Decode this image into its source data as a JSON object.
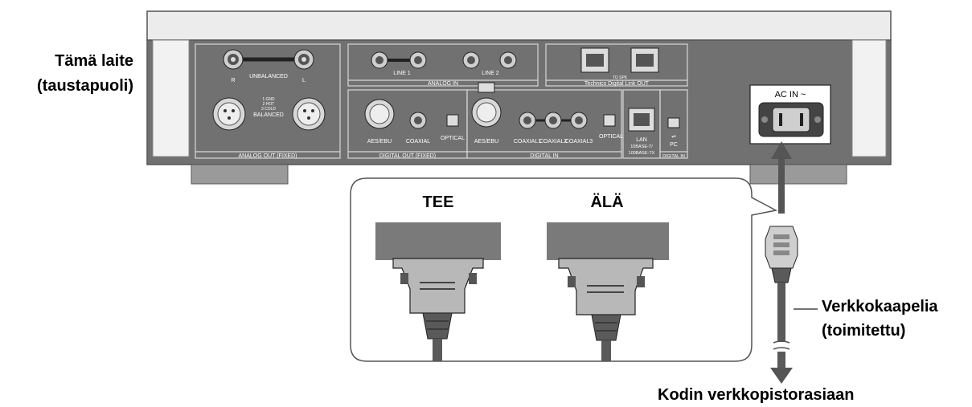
{
  "device_label": {
    "line1": "Tämä laite",
    "line2": "(taustapuoli)"
  },
  "panel": {
    "unbalanced": "UNBALANCED",
    "balanced": "BALANCED",
    "balanced_pins": [
      "1 GND",
      "2 HOT",
      "3 COLD"
    ],
    "analog_out": "ANALOG OUT (FIXED)",
    "line1": "LINE 1",
    "line2": "LINE 2",
    "analog_in": "ANALOG IN",
    "to_speaker": "TO SPK",
    "digital_link_out": "Technics Digital Link OUT",
    "ac_in": "AC IN ~",
    "aes_ebu_out": "AES/EBU",
    "coaxial_out": "COAXIAL",
    "optical_out": "OPTICAL",
    "digital_out": "DIGITAL OUT (FIXED)",
    "aes_ebu_in": "AES/EBU",
    "coaxial1": "COAXIAL1",
    "coaxial2": "COAXIAL2",
    "coaxial3": "COAXIAL3",
    "optical_in": "OPTICAL",
    "digital_in": "DIGITAL IN",
    "lan": [
      "LAN",
      "10BASE-T/",
      "100BASE-TX"
    ],
    "pc": "PC",
    "digital_in2": "DIGITAL IN",
    "channel_r": "R",
    "channel_l": "L"
  },
  "inset": {
    "do_label": "TEE",
    "dont_label": "ÄLÄ"
  },
  "cable_label": {
    "line1": "Verkkokaapelia",
    "line2": "(toimitettu)"
  },
  "outlet_label": "Kodin verkkopistorasiaan"
}
